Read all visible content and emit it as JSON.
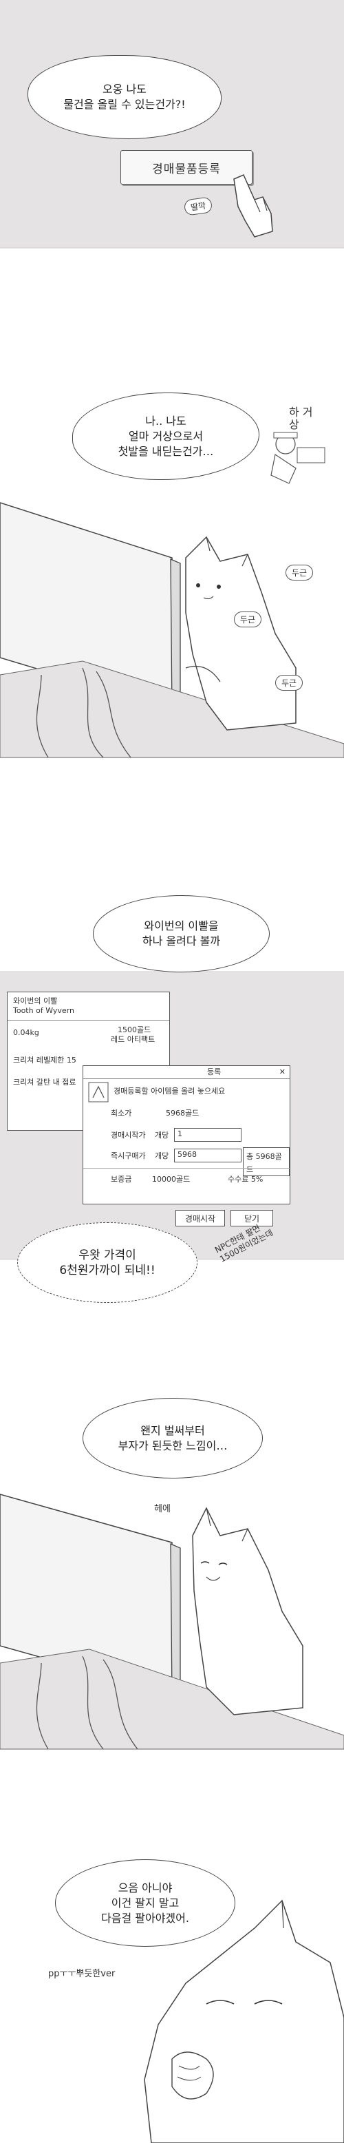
{
  "panel1": {
    "speech": "오옹 나도\n물건을 올릴 수 있는건가?!",
    "register_button": "경매물품등록",
    "sfx": "딸깍"
  },
  "panel2": {
    "speech": "나.. 나도\n얼마 거상으로서\n첫발을 내딛는건가…",
    "side_text": "하 거\n상",
    "sfx": [
      "두근",
      "두근",
      "두근"
    ]
  },
  "panel3": {
    "speech": "와이번의 이빨을\n하나 올려다 볼까",
    "item_window": {
      "name_ko": "와이번의 이빨",
      "name_en": "Tooth of Wyvern",
      "weight": "0.04kg",
      "price": "1500골드",
      "grade": "레드 아티팩트",
      "required_level": "크리쳐 레벨제한 15",
      "size": "크리쳐 갈탄 내 접료"
    },
    "auction_window": {
      "title": "등록",
      "close": "✕",
      "instruction": "경매등록할 아이템을 올려 놓으세요",
      "rows": [
        {
          "label": "최소가",
          "value": "5968골드"
        },
        {
          "label": "경매시작가",
          "unit": "개당",
          "value": "1"
        },
        {
          "label": "즉시구매가",
          "unit": "개당",
          "value": "5968"
        }
      ],
      "total": "총 5968골드",
      "deposit_label": "보증금",
      "deposit_value": "10000골드",
      "fee": "수수료 5%",
      "start_button": "경매시작",
      "close_button": "닫기"
    },
    "caption": "우왓 가격이\n6천원가까이 되네!!",
    "side_note": "NPC한테 팔면\n1500원이었는데"
  },
  "panel4": {
    "speech": "왠지 벌써부터\n부자가 된듯한 느낌이…",
    "sfx": "헤에"
  },
  "panel5": {
    "speech": "으음 아니야\n이건 팔지 말고\n다음걸 팔아야겠어.",
    "sfx": "ppㅜㅜ뿌듯한ver"
  }
}
